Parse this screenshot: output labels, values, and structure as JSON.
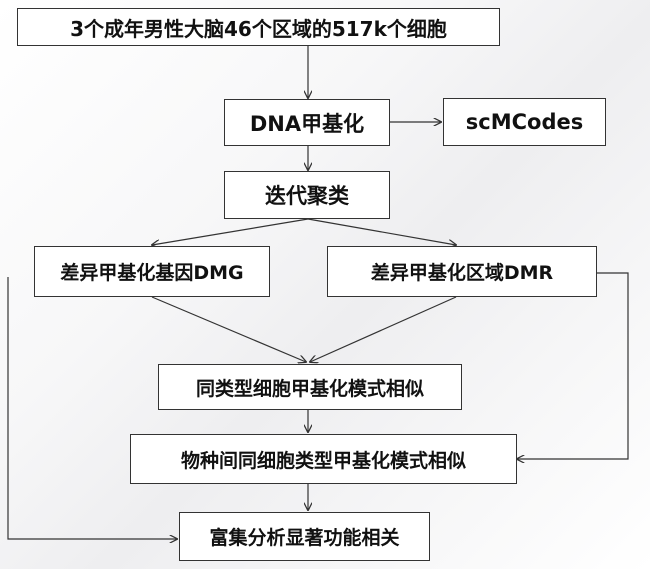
{
  "nodes": {
    "source": "3个成年男性大脑46个区域的517k个细胞",
    "dna_methylation": "DNA甲基化",
    "scmcodes": "scMCodes",
    "iterative_clustering": "迭代聚类",
    "dmg": "差异甲基化基因DMG",
    "dmr": "差异甲基化区域DMR",
    "same_type_similar": "同类型细胞甲基化模式相似",
    "cross_species_similar": "物种间同细胞类型甲基化模式相似",
    "enrichment": "富集分析显著功能相关"
  }
}
